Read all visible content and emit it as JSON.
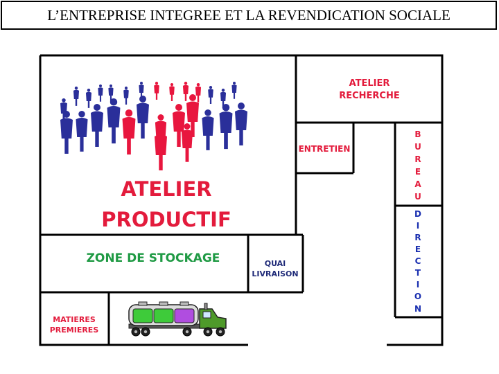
{
  "title": "L’ENTREPRISE INTEGREE ET LA REVENDICATION SOCIALE",
  "zones": {
    "atelier_productif": [
      "ATELIER",
      "PRODUCTIF"
    ],
    "atelier_recherche": [
      "ATELIER",
      "RECHERCHE"
    ],
    "entretien": "ENTRETIEN",
    "bureau": [
      "B",
      "U",
      "R",
      "E",
      "A",
      "U"
    ],
    "direction": [
      "D",
      "I",
      "R",
      "E",
      "C",
      "T",
      "I",
      "O",
      "N"
    ],
    "zone_stockage": "ZONE DE STOCKAGE",
    "quai_livraison": [
      "QUAI",
      "LIVRAISON"
    ],
    "matieres_premieres": [
      "MATIERES",
      "PREMIERES"
    ]
  },
  "colors": {
    "red": "#e31b3c",
    "green": "#1f9a44",
    "navy": "#1f2a78",
    "blue": "#1a2fb0",
    "crowd_blue": "#2a2f9a",
    "crowd_red": "#e8163e",
    "truck_green": "#4e9a2a",
    "tank_green": "#3ecb3a",
    "tank_purple": "#b04de0"
  },
  "icons": [
    "crowd-icon",
    "tanker-truck-icon"
  ]
}
